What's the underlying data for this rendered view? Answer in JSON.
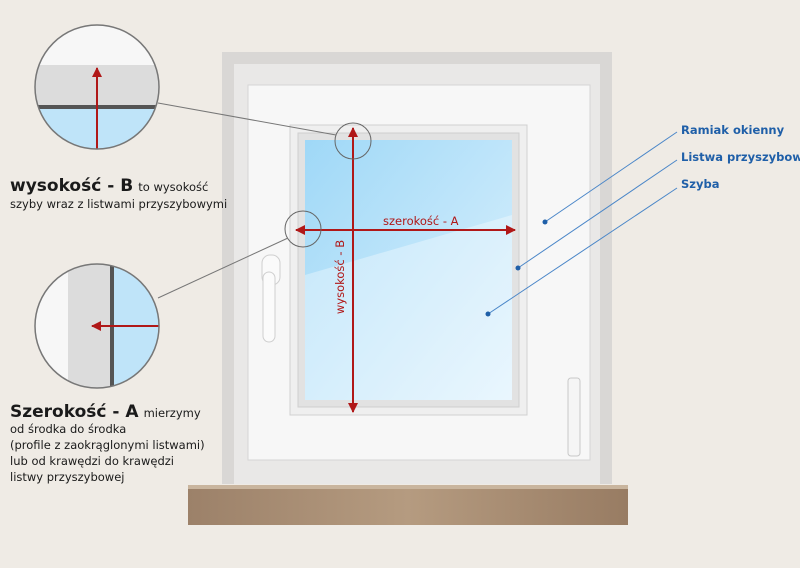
{
  "labels": {
    "height_title": "wysokość - B",
    "height_suffix": "to wysokość",
    "height_desc": "szyby wraz z listwami przyszybowymi",
    "width_title": "Szerokość - A",
    "width_suffix": "mierzymy",
    "width_desc": [
      "od środka do środka",
      "(profile z zaokrąglonymi listwami)",
      "lub od krawędzi do krawędzi",
      "listwy przyszybowej"
    ],
    "arrow_width": "szerokość - A",
    "arrow_height": "wysokość - B"
  },
  "callouts": [
    "Ramiak okienny",
    "Listwa przyszybowa",
    "Szyba"
  ],
  "colors": {
    "background": "#efebe5",
    "measure": "#b01818",
    "callout": "#1f5fa8",
    "glass": "#bfe6fb",
    "sill": "#a88c72"
  }
}
